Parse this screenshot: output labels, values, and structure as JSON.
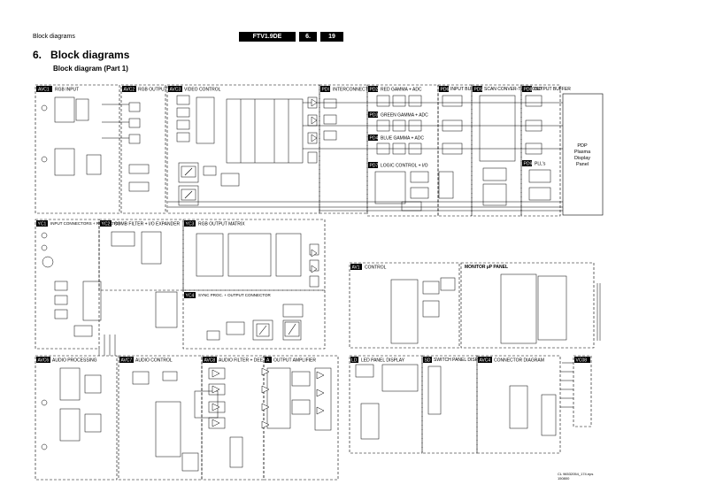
{
  "header": {
    "section": "Block diagrams",
    "model": "FTV1.9DE",
    "chapter": "6.",
    "page": "19"
  },
  "title": {
    "number": "6.",
    "text": "Block diagrams"
  },
  "subtitle": "Block diagram (Part 1)",
  "panels": [
    {
      "id": "AVC1",
      "label": "RGB INPUT"
    },
    {
      "id": "AVC2",
      "label": "RGB OUTPUT"
    },
    {
      "id": "AVC3",
      "label": "VIDEO CONTROL"
    },
    {
      "id": "PDI",
      "label": "INTERCONNECT"
    },
    {
      "id": "PD2",
      "label": "RED GAMMA + ADC"
    },
    {
      "id": "PD3",
      "label": "GREEN GAMMA + ADC"
    },
    {
      "id": "PD4",
      "label": "BLUE GAMMA + ADC"
    },
    {
      "id": "PD7",
      "label": "LOGIC CONTROL + I/O"
    },
    {
      "id": "PD6",
      "label": "INPUT BUFFER"
    },
    {
      "id": "PD5",
      "label": "SCAN CONVER-TER + OSD"
    },
    {
      "id": "PD8",
      "label": "OUTPUT BUFFER"
    },
    {
      "id": "PD9",
      "label": "PLL's"
    },
    {
      "id": "YC1",
      "label": "INPUT CONNECTORS + RGB MATRIX"
    },
    {
      "id": "YC2",
      "label": "COMB FILTER + I/O EXPANDER"
    },
    {
      "id": "YC3",
      "label": "RGB OUTPUT MATRIX"
    },
    {
      "id": "YC4",
      "label": "SYNC PROC. + OUTPUT CONNECTOR"
    },
    {
      "id": "AV1",
      "label": "CONTROL"
    },
    {
      "id": "MON",
      "label": "MONITOR µP PANEL"
    },
    {
      "id": "AVC6",
      "label": "AUDIO PROCESSING"
    },
    {
      "id": "AVC7",
      "label": "AUDIO CONTROL"
    },
    {
      "id": "AVC8",
      "label": "AUDIO FILTER + DEE"
    },
    {
      "id": "A",
      "label": "OUTPUT AMPLIFIER"
    },
    {
      "id": "LD",
      "label": "LED PANEL DISPLAY"
    },
    {
      "id": "SD",
      "label": "SWITCH PANEL DISPLAY"
    },
    {
      "id": "AVC4",
      "label": "CONNECTOR DIAGRAM"
    },
    {
      "id": "VC08",
      "label": ""
    }
  ],
  "pdp": {
    "line1": "PDP",
    "line2": "Plasma",
    "line3": "Display",
    "line4": "Panel"
  },
  "reference": {
    "line1": "CL 96532054_174.eps",
    "line2": "150800"
  }
}
